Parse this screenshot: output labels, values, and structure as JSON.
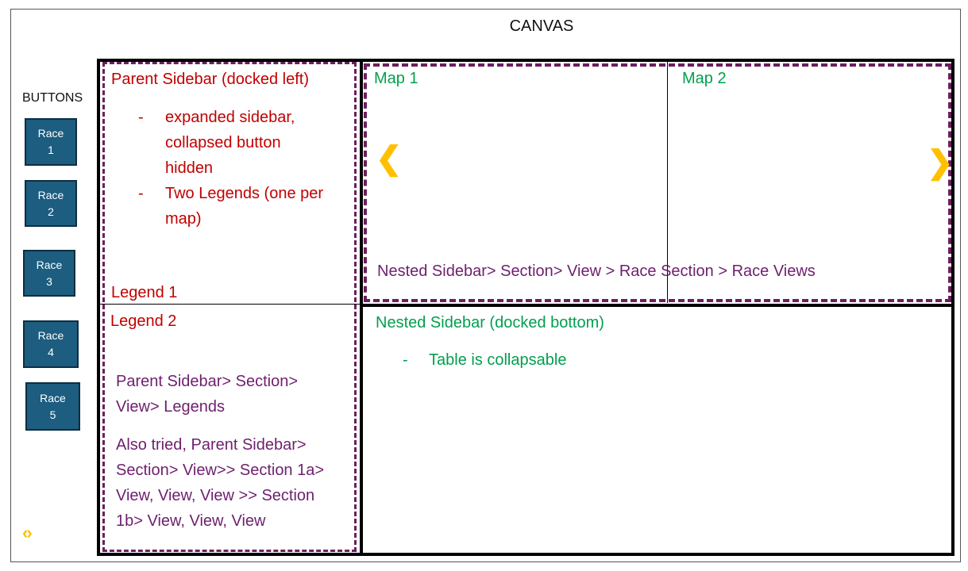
{
  "canvas": {
    "title": "CANVAS"
  },
  "buttons": {
    "title": "BUTTONS",
    "items": [
      {
        "line1": "Race",
        "line2": "1"
      },
      {
        "line1": "Race",
        "line2": "2"
      },
      {
        "line1": "Race",
        "line2": "3"
      },
      {
        "line1": "Race",
        "line2": "4"
      },
      {
        "line1": "Race",
        "line2": "5"
      }
    ],
    "toggle_glyph": "‹›"
  },
  "parent_sidebar": {
    "title": "Parent Sidebar (docked left)",
    "bullets": [
      {
        "dash": "-",
        "lines": [
          "expanded sidebar,",
          "collapsed button",
          "hidden"
        ]
      },
      {
        "dash": "-",
        "lines": [
          "Two Legends (one per",
          "map)"
        ]
      }
    ],
    "legend1": "Legend 1",
    "legend2": "Legend 2",
    "path_lines": [
      "Parent Sidebar> Section>",
      "View> Legends"
    ],
    "also_lines": [
      "Also tried, Parent Sidebar>",
      "Section> View>> Section 1a>",
      "View, View, View >> Section",
      "1b> View, View, View"
    ]
  },
  "maps": {
    "map1": "Map 1",
    "map2": "Map 2",
    "prev_glyph": "❮",
    "next_glyph": "❯",
    "nested_path": "Nested Sidebar> Section> View > Race Section > Race Views"
  },
  "bottom_sidebar": {
    "title": "Nested Sidebar (docked bottom)",
    "bullet_dash": "-",
    "bullet": "Table is collapsable"
  },
  "colors": {
    "red": "#c00000",
    "green": "#00a04e",
    "purple": "#6e1f6e",
    "button": "#1c5d80",
    "arrow": "#ffc000"
  }
}
